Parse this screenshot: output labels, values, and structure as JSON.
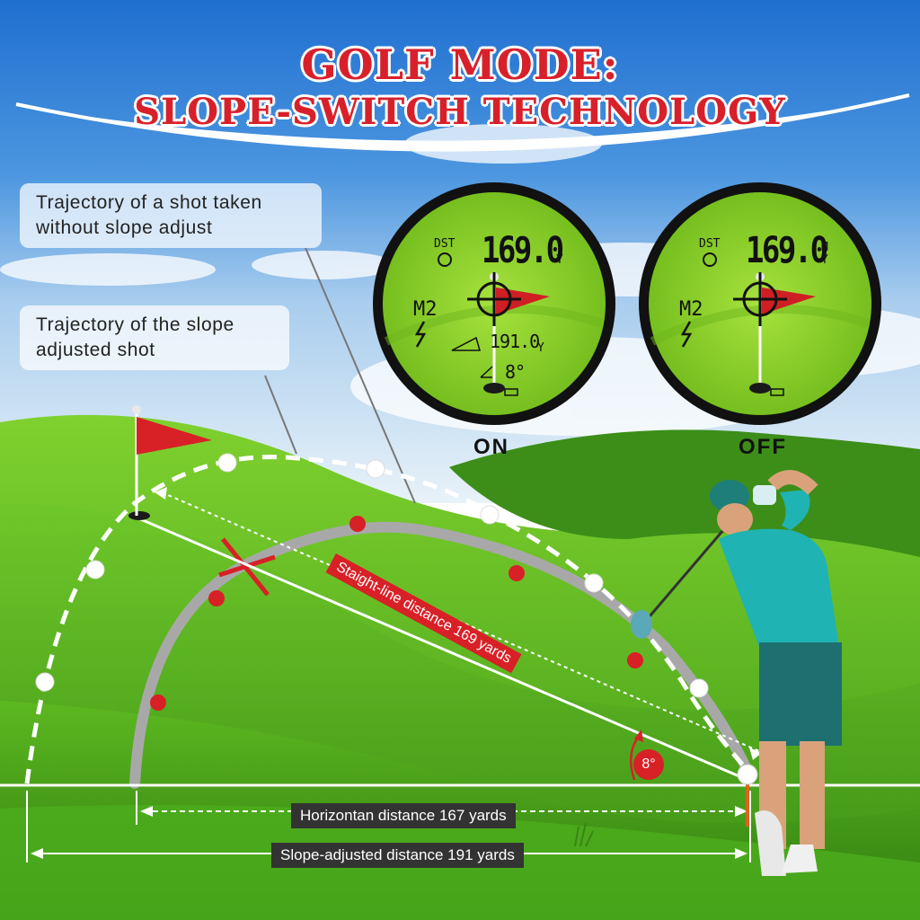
{
  "title": {
    "line1": "GOLF MODE:",
    "line2": "SLOPE-SWITCH TECHNOLOGY"
  },
  "callouts": {
    "no_slope": "Trajectory of a shot taken without slope adjust",
    "slope": "Trajectory of the slope adjusted shot"
  },
  "scopes": [
    {
      "label": "ON",
      "dst_label": "DST",
      "distance": "169.0",
      "unit_y": "Y",
      "unit_m": "",
      "mode": "M2",
      "slope_distance": "191.0",
      "slope_unit": "Y",
      "angle": "8°"
    },
    {
      "label": "OFF",
      "dst_label": "DST",
      "distance": "169.0",
      "unit_y": "Y",
      "unit_m": "M",
      "mode": "M2"
    }
  ],
  "measurements": {
    "straight_line": "Staight-line distance 169 yards",
    "horizontal": "Horizontan distance 167 yards",
    "slope_adjusted": "Slope-adjusted distance 191 yards",
    "angle": "8°"
  },
  "colors": {
    "title_red": "#d8202a",
    "marker_red": "#d82027",
    "lcd_green": "#8fd22a",
    "grass_green": "#4aa81e"
  }
}
